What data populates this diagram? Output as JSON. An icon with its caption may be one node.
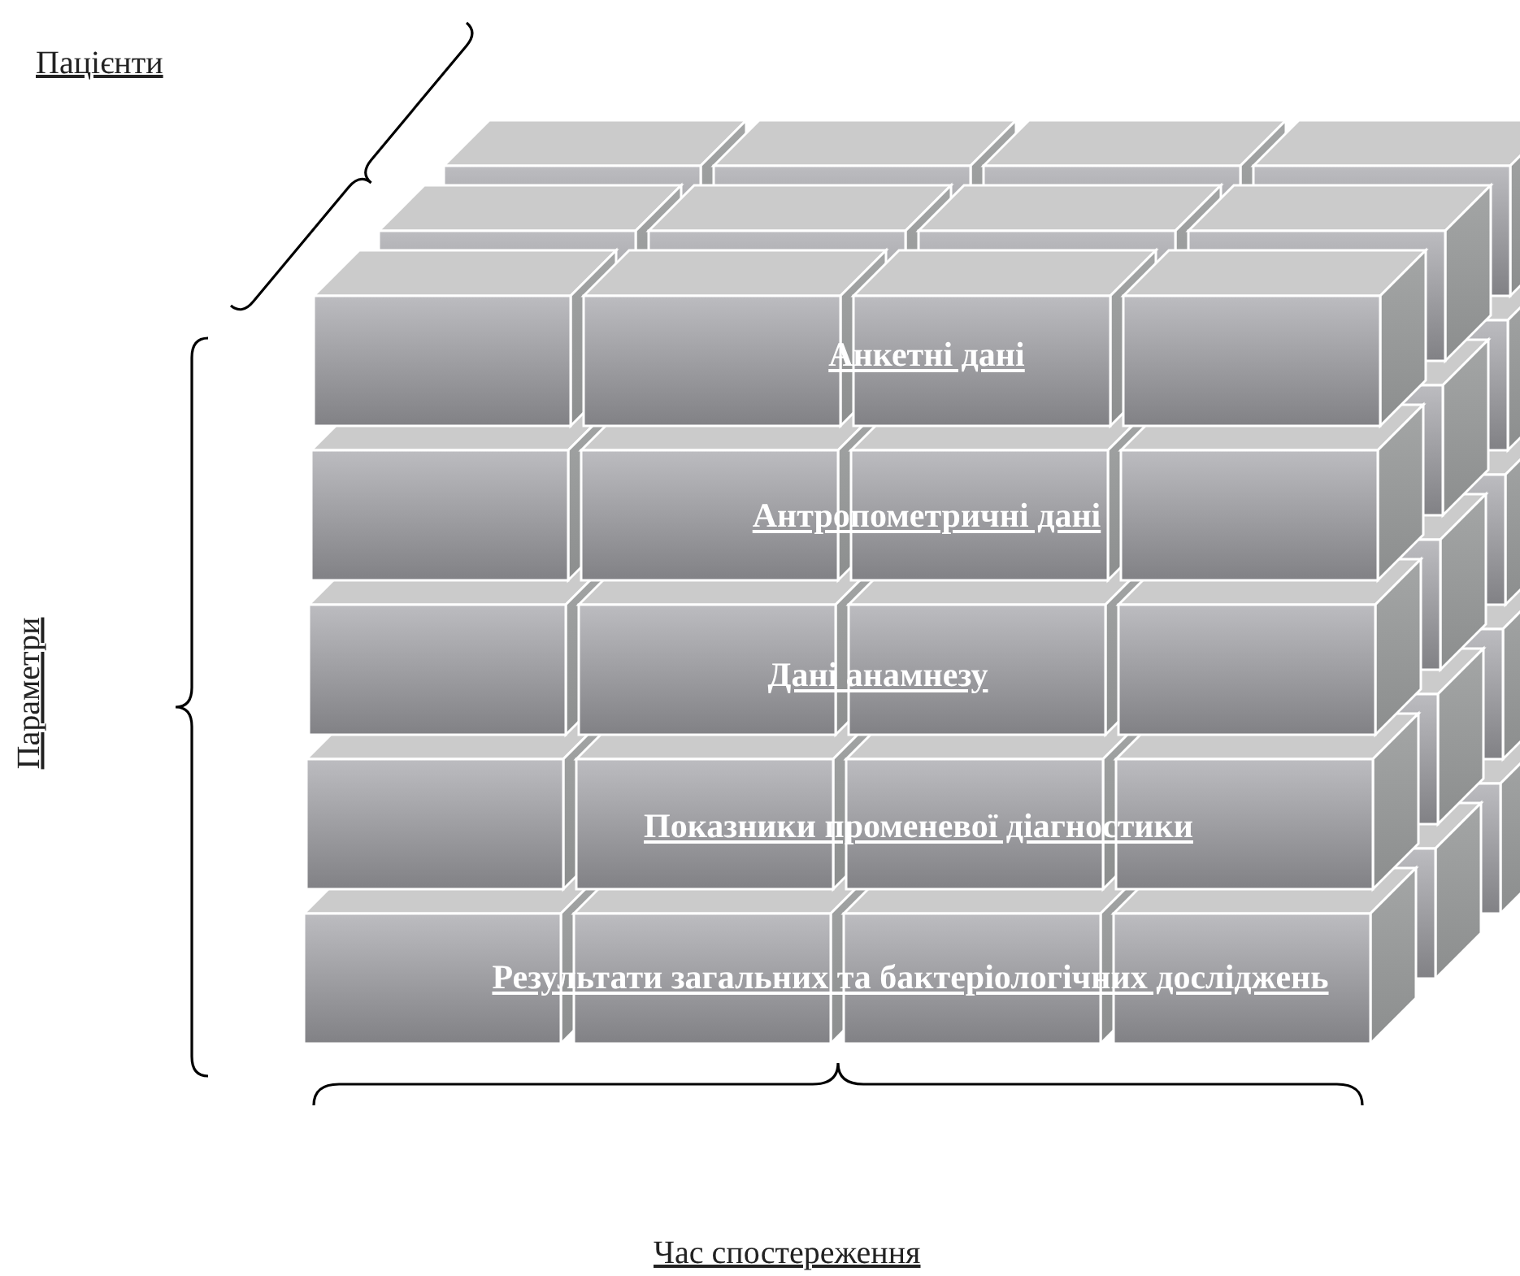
{
  "diagram": {
    "labels": [
      "Пацієнти",
      "Анкетні дані",
      "Антропометричні дані",
      "Дані анамнезу",
      "Показники променевої діагностики",
      "Результати загальних та бактеріологічних досліджень",
      "Параметри",
      "Час спостереження"
    ]
  }
}
